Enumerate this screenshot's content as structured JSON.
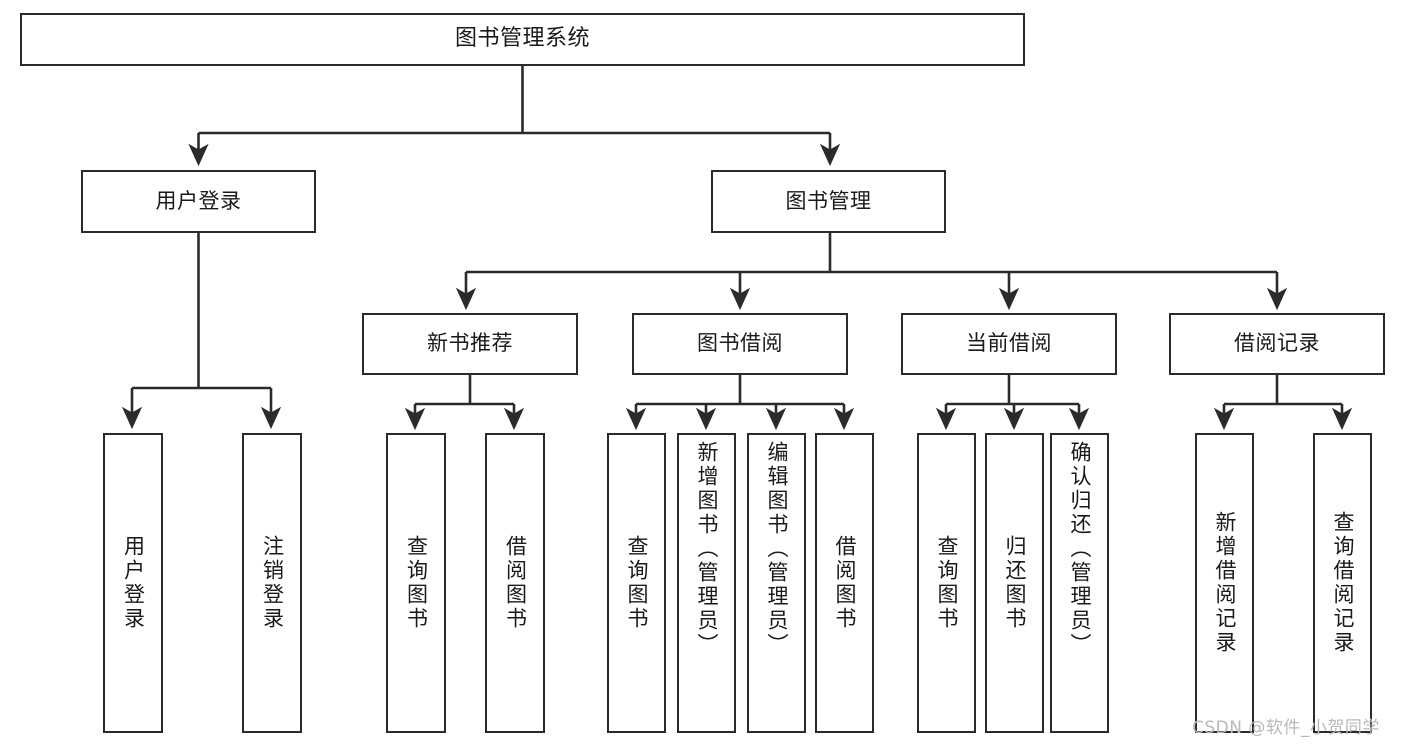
{
  "diagram": {
    "type": "tree-hierarchy",
    "title": "图书管理系统",
    "orientation": "top-down",
    "colors": {
      "box_border": "#2b2b2b",
      "box_fill": "#ffffff",
      "connector": "#2b2b2b",
      "text": "#1a1a1a",
      "watermark": "#b9b9b9",
      "background": "#ffffff"
    }
  },
  "root": {
    "label": "图书管理系统"
  },
  "tier1": [
    {
      "label": "用户登录"
    },
    {
      "label": "图书管理"
    }
  ],
  "tier2": [
    {
      "label": "新书推荐"
    },
    {
      "label": "图书借阅"
    },
    {
      "label": "当前借阅"
    },
    {
      "label": "借阅记录"
    }
  ],
  "leaves": {
    "user_login": [
      {
        "label": "用户登录"
      },
      {
        "label": "注销登录"
      }
    ],
    "new_book_recommend": [
      {
        "label": "查询图书"
      },
      {
        "label": "借阅图书"
      }
    ],
    "book_borrow": [
      {
        "label": "查询图书"
      },
      {
        "label": "新增图书（管理员）"
      },
      {
        "label": "编辑图书（管理员）"
      },
      {
        "label": "借阅图书"
      }
    ],
    "current_borrow": [
      {
        "label": "查询图书"
      },
      {
        "label": "归还图书"
      },
      {
        "label": "确认归还（管理员）"
      }
    ],
    "borrow_record": [
      {
        "label": "新增借阅记录"
      },
      {
        "label": "查询借阅记录"
      }
    ]
  },
  "watermark": {
    "text": "CSDN @软件_小贺同学"
  }
}
